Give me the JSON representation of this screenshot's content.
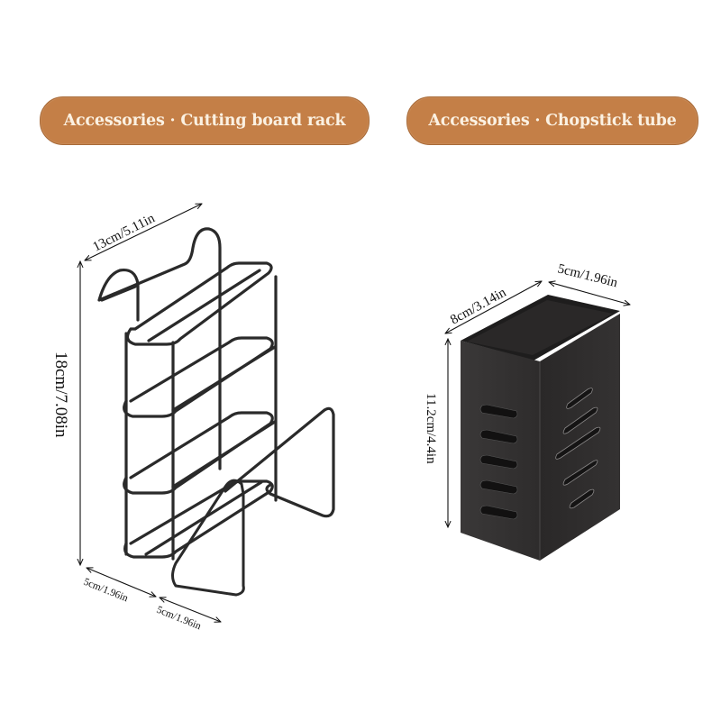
{
  "badges": {
    "left": "Accessories · Cutting board rack",
    "right": "Accessories · Chopstick tube"
  },
  "cutting_board_rack": {
    "width_label": "13cm/5.11in",
    "height_label": "18cm/7.08in",
    "depth_label_1": "5cm/1.96in",
    "depth_label_2": "5cm/1.96in"
  },
  "chopstick_tube": {
    "depth_label": "8cm/3.14in",
    "width_label": "5cm/1.96in",
    "height_label": "11.2cm/4.4in"
  },
  "colors": {
    "badge_bg": "#c47f47",
    "badge_text": "#fbf1e2",
    "product": "#2b2b2b"
  }
}
